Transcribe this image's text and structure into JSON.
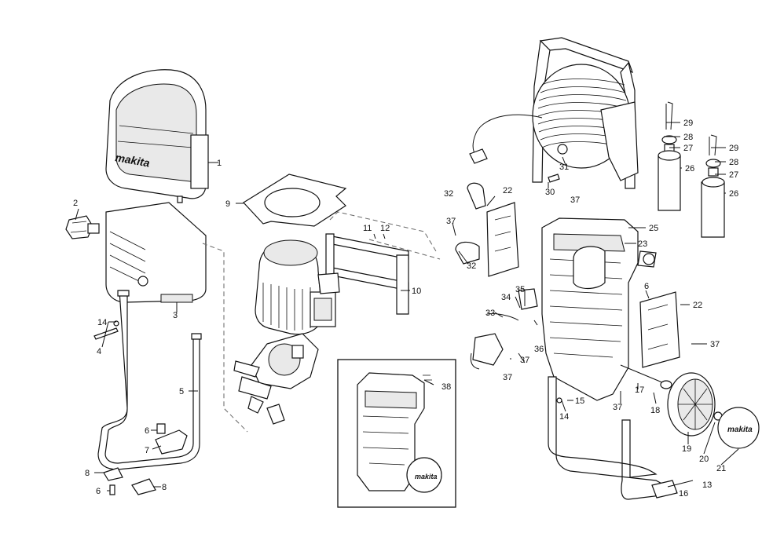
{
  "diagram": {
    "brand_text": "makita",
    "callouts": [
      "1",
      "2",
      "3",
      "4",
      "5",
      "6",
      "7",
      "8",
      "6",
      "8",
      "14",
      "9",
      "10",
      "11",
      "12",
      "29",
      "28",
      "27",
      "26",
      "29",
      "28",
      "27",
      "26",
      "31",
      "30",
      "22",
      "32",
      "37",
      "37",
      "32",
      "25",
      "23",
      "34",
      "35",
      "33",
      "36",
      "37",
      "6",
      "22",
      "37",
      "37",
      "17",
      "15",
      "14",
      "18",
      "37",
      "19",
      "20",
      "21",
      "13",
      "16",
      "38"
    ]
  },
  "colors": {
    "line": "#111111",
    "background": "#ffffff",
    "shade": "#e9e9e9"
  }
}
